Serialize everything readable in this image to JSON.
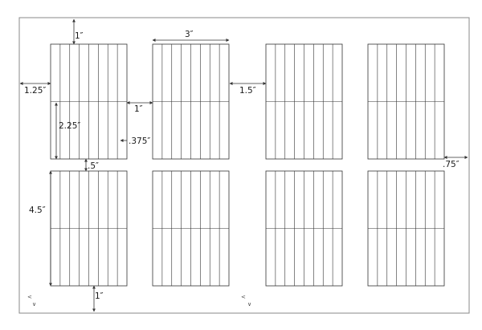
{
  "template": {
    "columns": 4,
    "rows": 2,
    "strips_per_block": 8,
    "divisions_per_block": 2,
    "colors": {
      "sheet_border": "#888888",
      "lines": "#333333",
      "text": "#1a1a1a"
    }
  },
  "dimensions": {
    "top_margin": "1″",
    "block_width": "3″",
    "left_margin": "1.25″",
    "gutter_small": "1″",
    "gutter_large": "1.5″",
    "half_height": "2.25″",
    "strip_width": ".375″",
    "row_gap": ".5″",
    "right_margin": ".75″",
    "block_height": "4.5″",
    "bottom_margin": "1″"
  },
  "corner_marks": [
    {
      "top": "<",
      "bottom": "∨"
    },
    {
      "top": "<",
      "bottom": "∨"
    }
  ]
}
